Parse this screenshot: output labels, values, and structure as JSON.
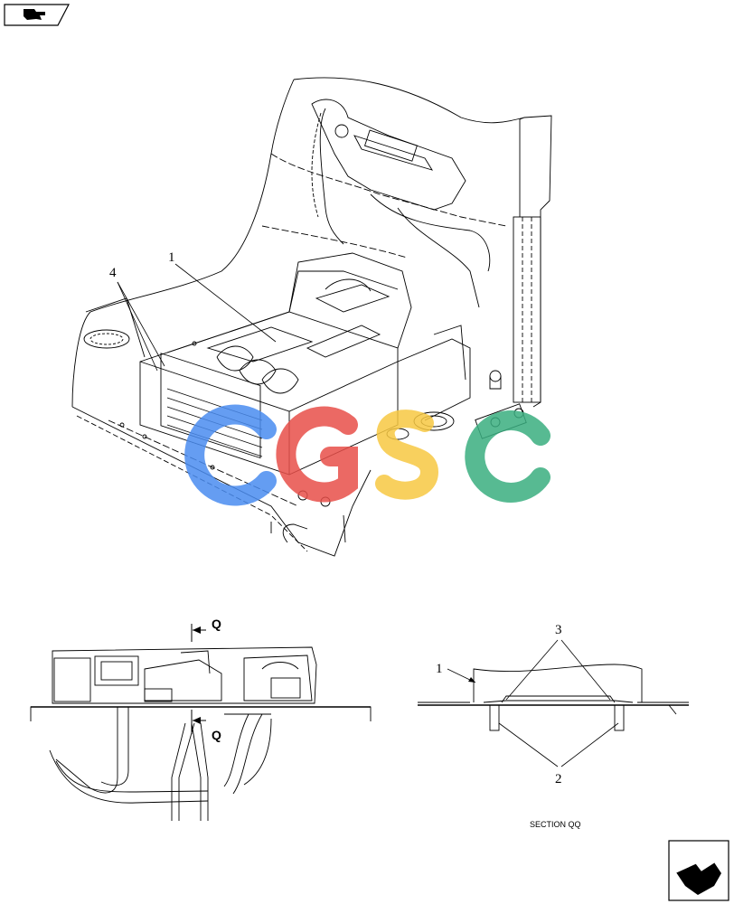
{
  "diagram": {
    "callouts_main": [
      "1",
      "4"
    ],
    "side_view": {
      "section_marker": "Q"
    },
    "section": {
      "callouts": [
        "1",
        "2",
        "3"
      ],
      "caption": "SECTION QQ"
    }
  },
  "colors": {
    "line": "#000000",
    "watermark_blue": "#4a8cf0",
    "watermark_red": "#e8504a",
    "watermark_yellow": "#f7c842",
    "watermark_green": "#3aae80"
  },
  "icons": {
    "top_left": "prev-page-arrow-icon",
    "bottom_right": "next-page-arrow-icon"
  }
}
